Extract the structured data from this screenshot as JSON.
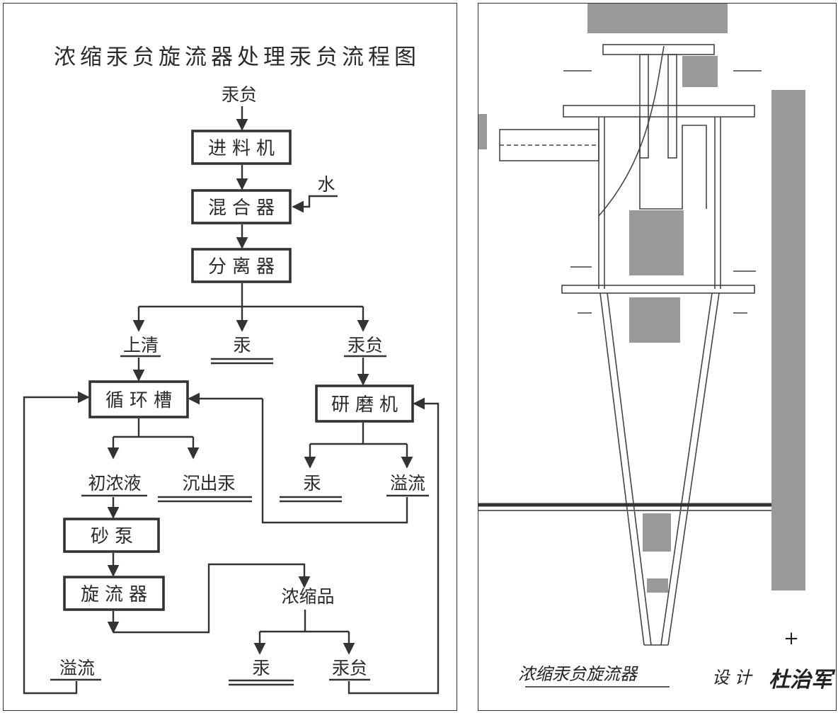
{
  "flowchart": {
    "title": "浓缩汞贠旋流器处理汞贠流程图",
    "input": "汞贠",
    "water": "水",
    "boxes": {
      "feeder": "进料机",
      "mixer": "混合器",
      "separator": "分离器",
      "circ_tank": "循环槽",
      "grinder": "研磨机",
      "sand_pump": "砂泵",
      "cyclone": "旋流器"
    },
    "labels": {
      "supernatant": "上清",
      "mercury_1": "汞",
      "mercury_ore_1": "汞贠",
      "initial_conc": "初浓液",
      "precip_mercury": "沉出汞",
      "mercury_2": "汞",
      "overflow_1": "溢流",
      "concentrate": "浓缩品",
      "overflow_2": "溢流",
      "mercury_3": "汞",
      "mercury_ore_2": "汞贠"
    }
  },
  "drawing": {
    "caption": "浓缩汞贠旋流器",
    "designer_label": "设 计",
    "signature": "杜治军",
    "marker": "+",
    "fill_color": "#999999"
  }
}
